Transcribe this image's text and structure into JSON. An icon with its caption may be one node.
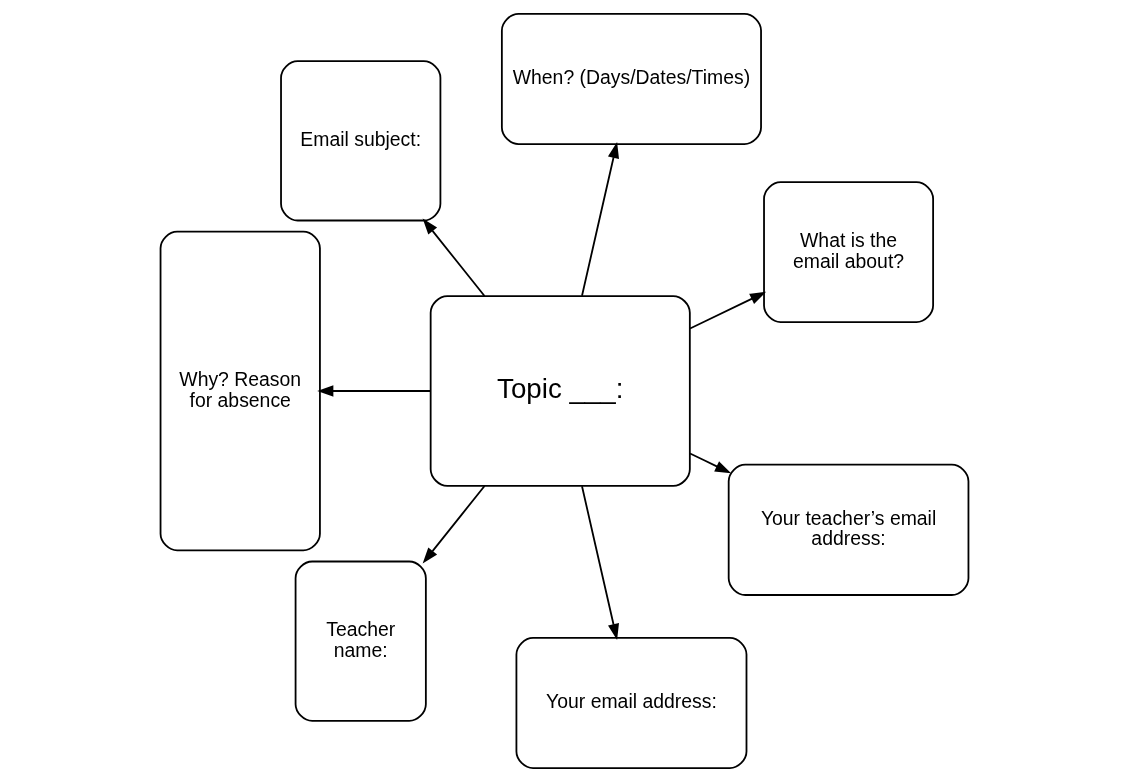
{
  "diagram": {
    "nodes": [
      {
        "text": [
          "Topic ___:"
        ]
      },
      {
        "text": [
          "What is the email about?"
        ]
      },
      {
        "text": [
          "When? (Days/Dates/Times)"
        ]
      },
      {
        "text": [
          "Email subject:"
        ]
      },
      {
        "text": [
          "Why? Reason for absence"
        ]
      },
      {
        "text": [
          "Teacher name:"
        ]
      },
      {
        "text": [
          "Your email address:"
        ]
      },
      {
        "text": [
          "Your teacher’s email address:"
        ]
      }
    ],
    "edges": [
      {
        "from": 0,
        "to": 1,
        "arrow": "to"
      },
      {
        "from": 0,
        "to": 2,
        "arrow": "to"
      },
      {
        "from": 0,
        "to": 3,
        "arrow": "to"
      },
      {
        "from": 0,
        "to": 4,
        "arrow": "to"
      },
      {
        "from": 0,
        "to": 5,
        "arrow": "to"
      },
      {
        "from": 0,
        "to": 6,
        "arrow": "to"
      },
      {
        "from": 0,
        "to": 7,
        "arrow": "to"
      }
    ]
  }
}
